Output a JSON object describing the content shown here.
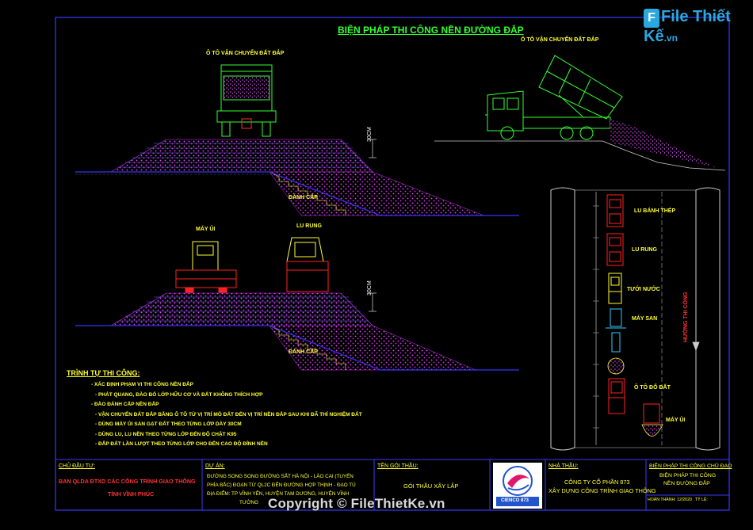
{
  "drawing": {
    "title": "BIỆN PHÁP THI CÔNG NỀN ĐƯỜNG ĐẮP",
    "truck_front_label": "Ô TÔ VẬN CHUYỂN ĐẤT ĐẮP",
    "truck_side_label": "Ô TÔ VẬN CHUYỂN ĐẤT ĐẮP",
    "dim_label": "30CM",
    "bench_label": "ĐÁNH CẤP",
    "dozer_label": "MÁY ỦI",
    "roller_label": "LU RUNG",
    "direction_label": "HƯỚNG THI CÔNG"
  },
  "plan_legend": [
    {
      "label": "LU BÁNH THÉP"
    },
    {
      "label": "LU RUNG"
    },
    {
      "label": "TƯỚI NƯỚC"
    },
    {
      "label": "MÁY SAN"
    },
    {
      "label": "Ô TÔ ĐỔ ĐẤT"
    },
    {
      "label": "MÁY ỦI"
    }
  ],
  "sequence": {
    "heading": "TRÌNH TỰ THI CÔNG:",
    "items": [
      "- XÁC ĐỊNH PHẠM VI THI CÔNG NỀN ĐẮP",
      "- PHÁT QUANG, ĐÀO BỎ LỚP HỮU CƠ VÀ ĐẤT KHÔNG THÍCH HỢP",
      "- ĐÀO ĐÁNH CẤP NỀN ĐẮP",
      "- VẬN CHUYỂN ĐẤT ĐẮP BẰNG Ô TÔ TỪ VỊ TRÍ MỎ ĐẤT ĐẾN VỊ TRÍ NỀN ĐẮP SAU KHI ĐÃ THÍ NGHIỆM ĐẤT",
      "- DÙNG MÁY ỦI SAN GẠT ĐẤT THEO TỪNG LỚP DÀY 30CM",
      "- DÙNG LU, LU NỀN THEO TỪNG LỚP ĐẾN ĐỘ CHẶT K95",
      "- ĐẮP ĐẤT LẦN LƯỢT THEO TỪNG LỚP CHO ĐẾN CAO ĐỘ ĐỈNH NỀN"
    ]
  },
  "title_block": {
    "owner_head": "CHỦ ĐẦU TƯ:",
    "owner_1": "BAN QLDA ĐTXD CÁC CÔNG TRÌNH GIAO THÔNG",
    "owner_2": "TỈNH VĨNH PHÚC",
    "project_head": "DỰ ÁN:",
    "project_1": "ĐƯỜNG SONG SONG ĐƯỜNG SẮT HÀ NỘI - LÀO CAI (TUYẾN",
    "project_2": "PHÍA BẮC) ĐOẠN TỪ QL2C ĐẾN ĐƯỜNG HỢP THỊNH - ĐẠO TÚ",
    "project_3": "ĐỊA ĐIỂM: TP VĨNH YÊN, HUYỆN TAM DƯƠNG, HUYỆN VĨNH",
    "project_4": "TƯỜNG",
    "package_head": "TÊN GÓI THẦU:",
    "package_1": "GÓI THẦU XÂY LẮP",
    "logo_text": "CIENCO 873",
    "contractor_head": "NHÀ THẦU:",
    "contractor_1": "CÔNG TY CỔ PHẦN 873",
    "contractor_2": "XÂY DỰNG CÔNG TRÌNH GIAO THÔNG",
    "sheet_head": "BIỆN PHÁP THI CÔNG CHỦ ĐẠO",
    "sheet_1": "BIỆN PHÁP THI CÔNG",
    "sheet_2": "NỀN ĐƯỜNG ĐẮP",
    "sheet_3": "HOÀN THÀNH: 12/2020",
    "sheet_4": "TỶ LỆ:"
  },
  "watermark": {
    "brand_mark": "F",
    "brand": "File Thiết Kế",
    "domain": ".vn",
    "copyright": "Copyright © FileThietKe.vn"
  },
  "colors": {
    "frame": "#3a3aff",
    "title": "#33ff33",
    "fill_hatch": "#cc33ff",
    "slope": "#3333ff",
    "truck": "#33ff33",
    "text": "#ffff33",
    "machine_red": "#ff2222"
  }
}
